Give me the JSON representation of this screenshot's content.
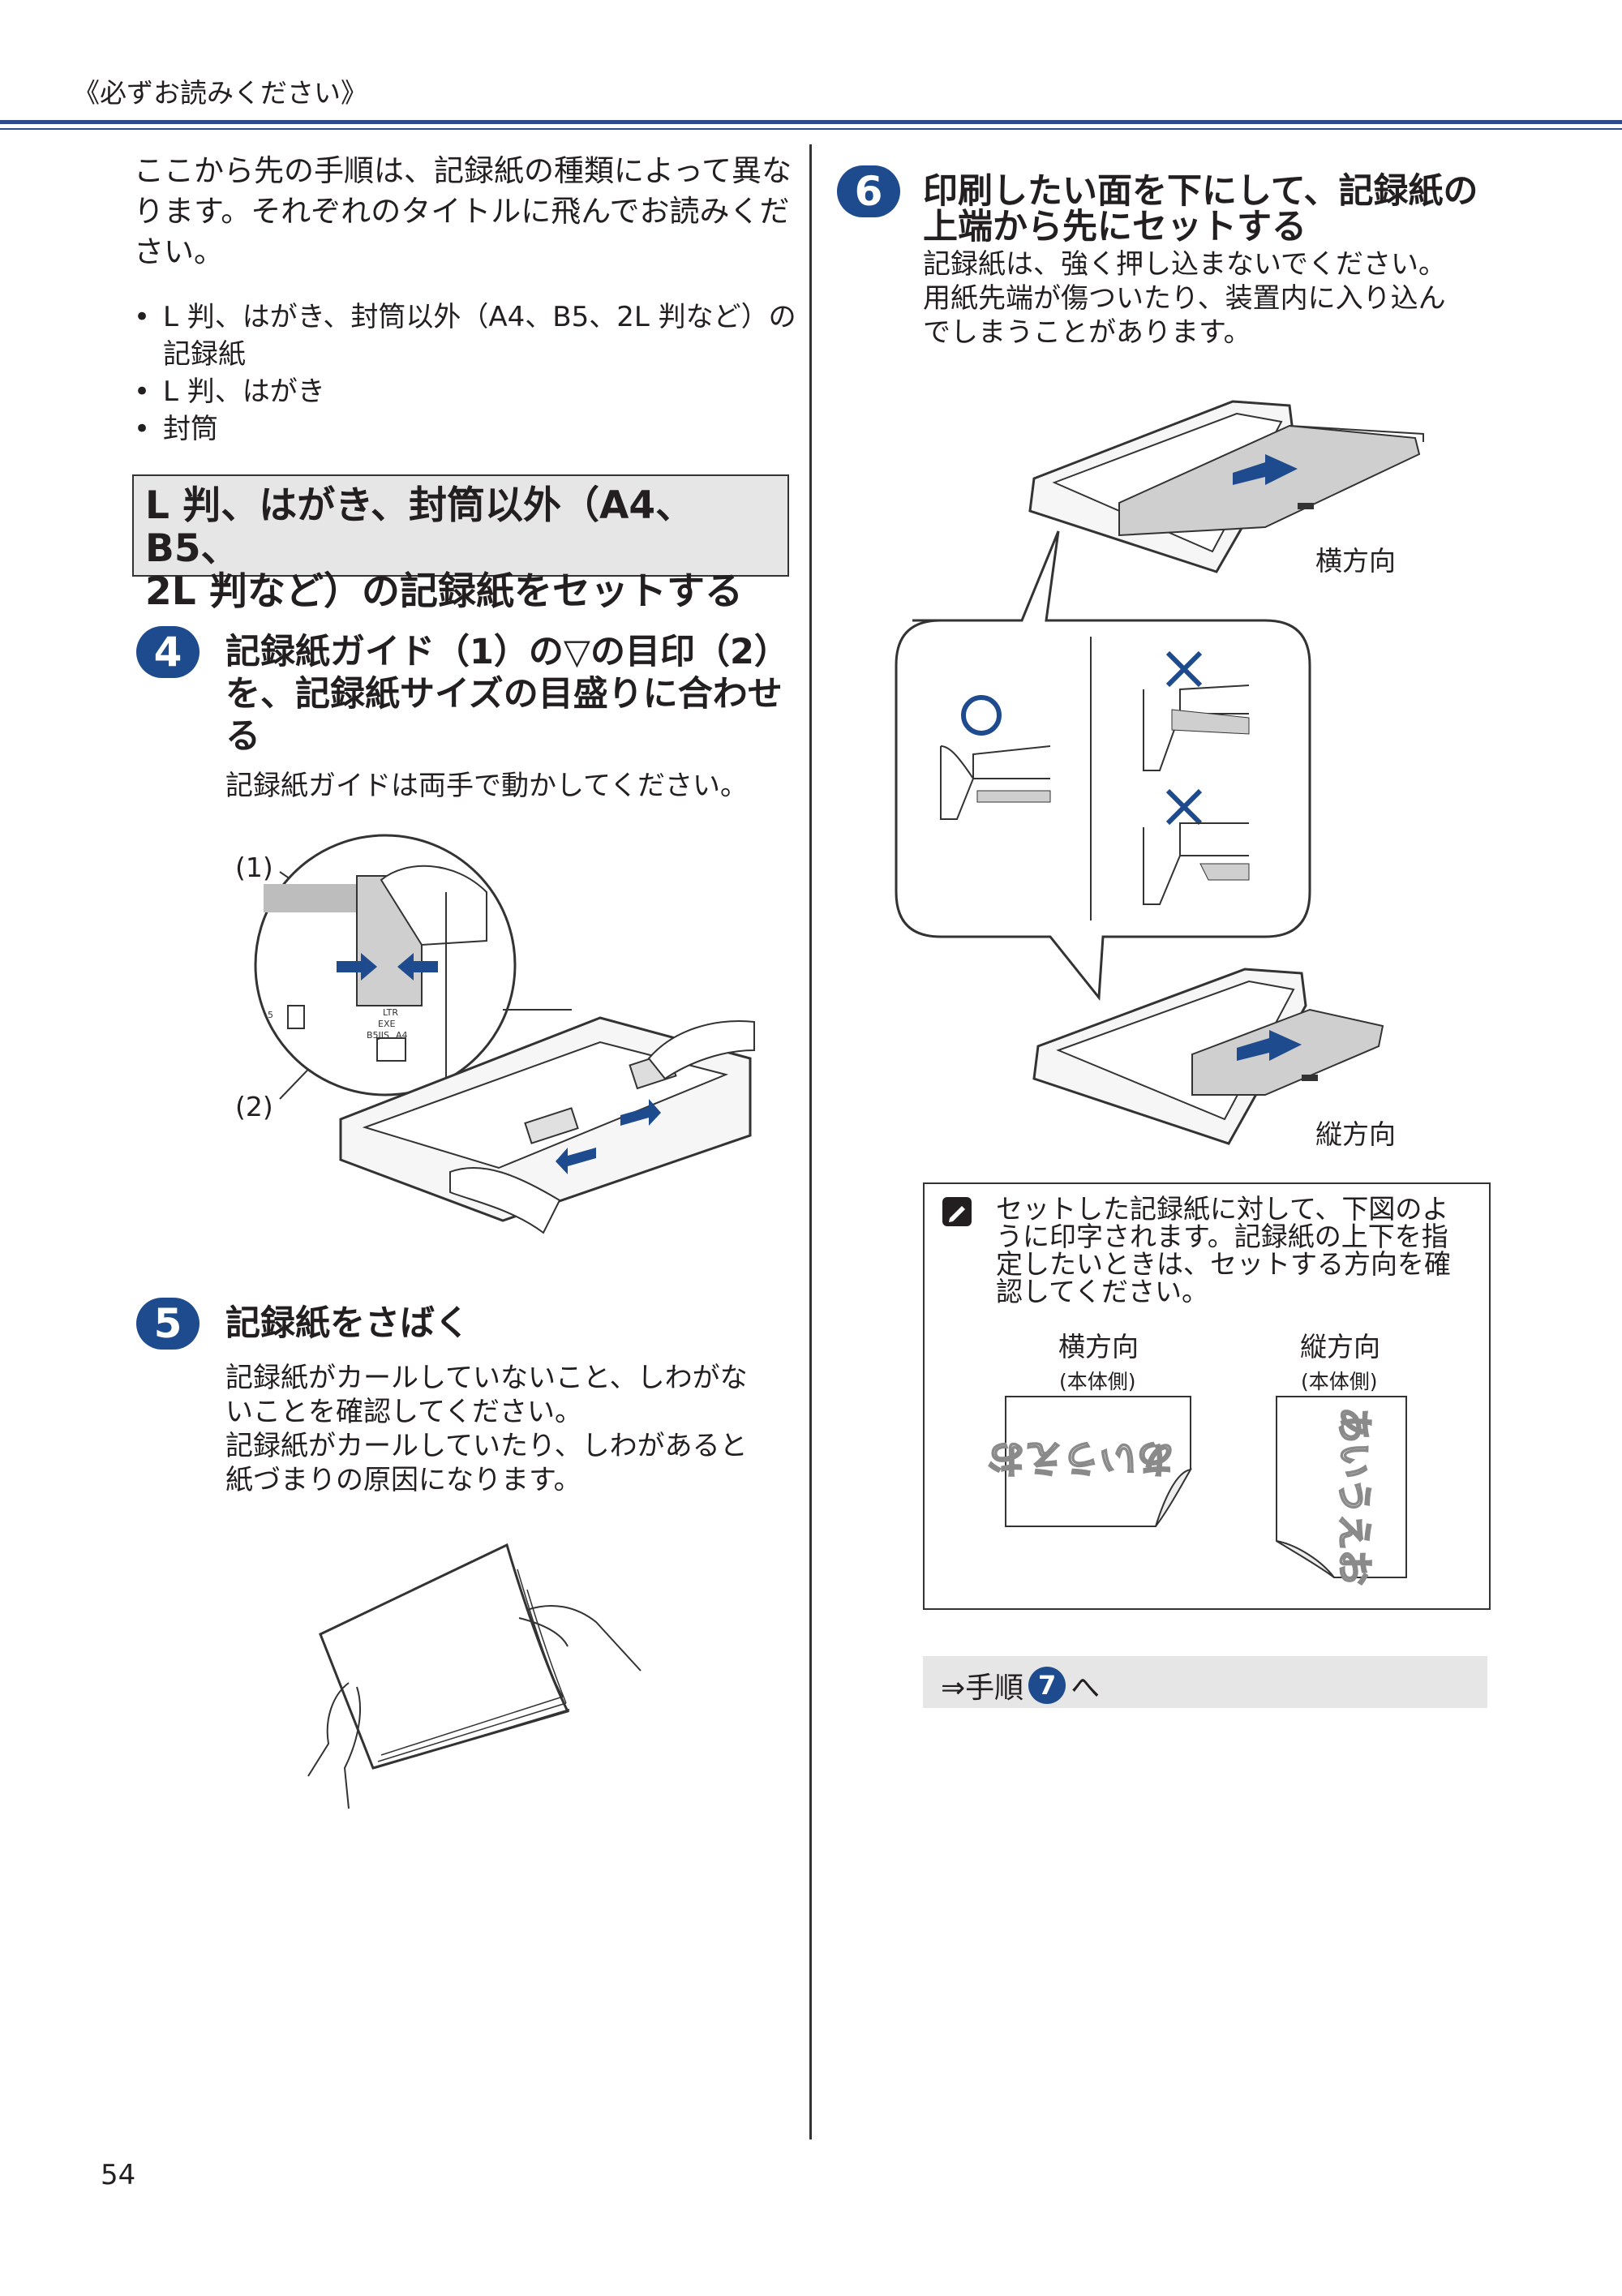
{
  "header": {
    "title": "《必ずお読みください》"
  },
  "intro": "ここから先の手順は、記録紙の種類によって異なります。それぞれのタイトルに飛んでお読みください。",
  "bullets": [
    "L 判、はがき、封筒以外（A4、B5、2L 判など）の記録紙",
    "L 判、はがき",
    "封筒"
  ],
  "section": {
    "line1": "L 判、はがき、封筒以外（A4、B5、",
    "line2": "2L 判など）の記録紙をセットする"
  },
  "step4": {
    "num": "4",
    "title1": "記録紙ガイド（1）の▽の目印（2）",
    "title2": "を、記録紙サイズの目盛りに合わせ",
    "title3": "る",
    "body": "記録紙ガイドは両手で動かしてください。",
    "callout1": "(1)",
    "callout2": "(2)",
    "scale": {
      "ltr": "LTR",
      "exe": "EXE",
      "b5": "B5JIS",
      "a4": "A4",
      "small": "5"
    }
  },
  "step5": {
    "num": "5",
    "title": "記録紙をさばく",
    "body1": "記録紙がカールしていないこと、しわがな",
    "body2": "いことを確認してください。",
    "body3": "記録紙がカールしていたり、しわがあると",
    "body4": "紙づまりの原因になります。"
  },
  "step6": {
    "num": "6",
    "title1": "印刷したい面を下にして、記録紙の",
    "title2": "上端から先にセットする",
    "body1": "記録紙は、強く押し込まないでください。",
    "body2": "用紙先端が傷ついたり、装置内に入り込ん",
    "body3": "でしまうことがあります。",
    "label_landscape": "横方向",
    "label_portrait": "縦方向",
    "mark_ok": "○",
    "mark_ng": "×"
  },
  "note": {
    "line1": "セットした記録紙に対して、下図のよ",
    "line2": "うに印字されます。記録紙の上下を指",
    "line3": "定したいときは、セットする方向を確",
    "line4": "認してください。",
    "landscape": "横方向",
    "portrait": "縦方向",
    "body_side": "(本体側)",
    "sample_text_h": "あいうえお",
    "sample_text_v": "あいうえお"
  },
  "goto": {
    "prefix": "⇒手順",
    "step": "7",
    "suffix": "へ"
  },
  "page_number": "54",
  "colors": {
    "accent": "#1e4b8d",
    "section_bg": "#e6e6e6"
  }
}
